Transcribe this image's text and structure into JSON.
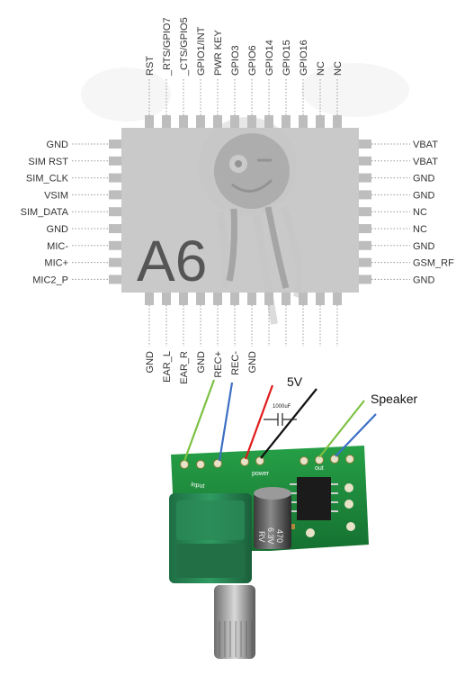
{
  "chip": {
    "name": "A6",
    "top_pins": [
      "RST",
      "_RTS/GPIO7",
      "_CTS/GPIO5",
      "GPIO1/INT",
      "PWR KEY",
      "GPIO3",
      "GPIO6",
      "GPIO14",
      "GPIO15",
      "GPIO16",
      "NC",
      "NC"
    ],
    "left_pins": [
      "GND",
      "SIM RST",
      "SIM_CLK",
      "VSIM",
      "SIM_DATA",
      "GND",
      "MIC-",
      "MIC+",
      "MIC2_P"
    ],
    "right_pins": [
      "VBAT",
      "VBAT",
      "GND",
      "GND",
      "NC",
      "NC",
      "GND",
      "GSM_RF",
      "GND"
    ],
    "bottom_pins": [
      "GND",
      "EAR_L",
      "EAR_R",
      "GND",
      "REC+",
      "REC-",
      "GND"
    ]
  },
  "annotations": {
    "power": "5V",
    "capacitor": "1000uF",
    "speaker": "Speaker"
  },
  "board_silkscreen": {
    "input": "input",
    "power": "power",
    "out": "out",
    "cap_value": "470",
    "cap_voltage": "6.3V",
    "cap_series": "RV"
  },
  "colors": {
    "wire_green": "#7cc143",
    "wire_blue": "#3d6fc4",
    "wire_red": "#e01b1b",
    "wire_black": "#111111",
    "pcb_green": "#1f8a3a",
    "chip_body": "#c4c4c4"
  }
}
